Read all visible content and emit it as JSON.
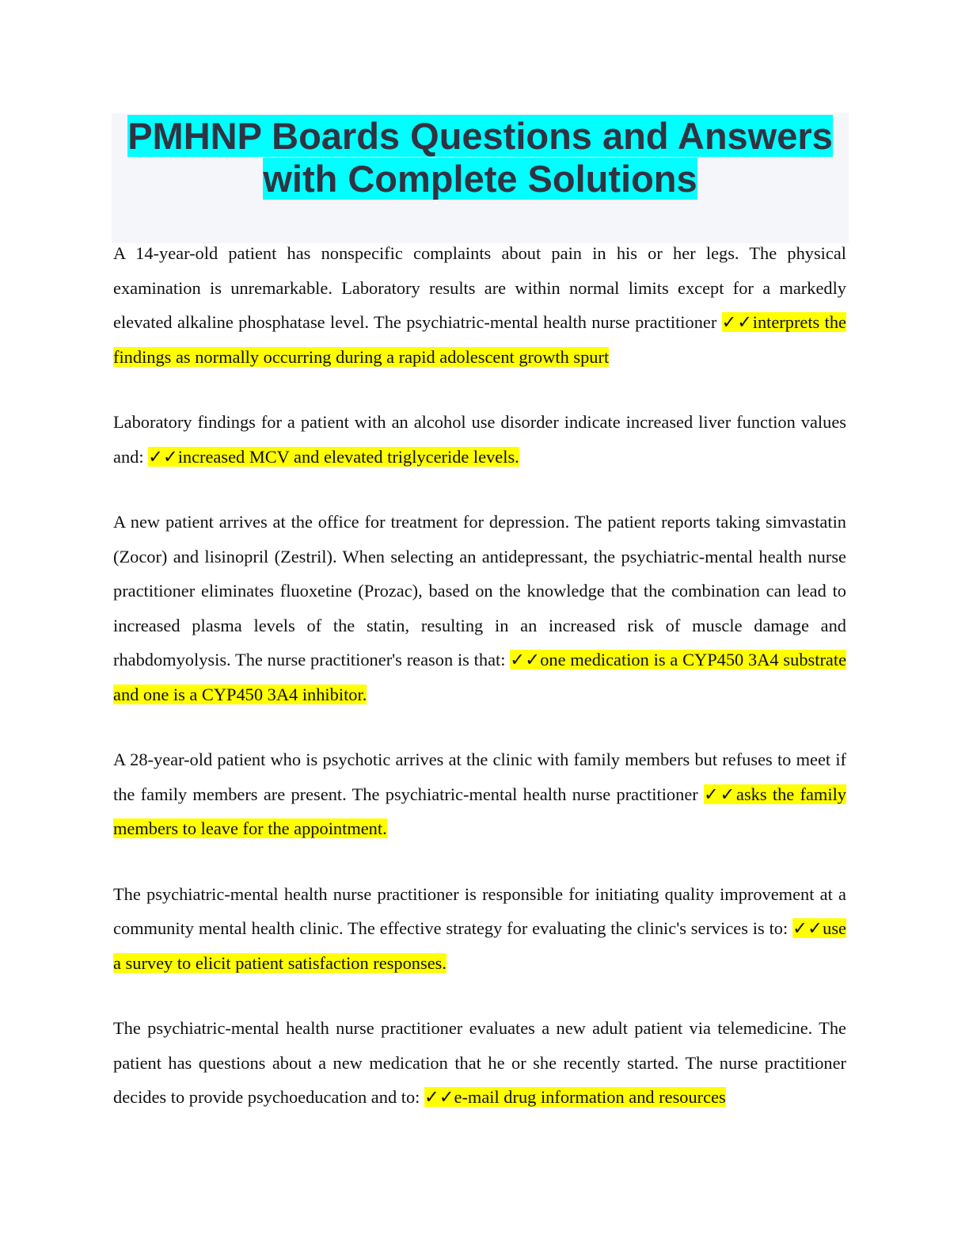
{
  "title": "PMHNP Boards Questions and Answers with Complete Solutions",
  "mark": "✓✓",
  "questions": [
    {
      "question": "A 14-year-old patient has nonspecific complaints about pain in his or her legs. The physical examination is unremarkable. Laboratory results are within normal limits except for a markedly elevated alkaline phosphatase level. The psychiatric-mental health nurse practitioner ",
      "answer": "interprets the findings as normally occurring during a rapid adolescent growth spurt"
    },
    {
      "question": "Laboratory findings for a patient with an alcohol use disorder indicate increased liver function values and: ",
      "answer": "increased MCV and elevated triglyceride levels."
    },
    {
      "question": "A new patient arrives at the office for treatment for depression. The patient reports taking simvastatin (Zocor) and lisinopril (Zestril). When selecting an antidepressant, the psychiatric-mental health nurse practitioner eliminates fluoxetine (Prozac), based on the knowledge that the combination can lead to increased plasma levels of the statin, resulting in an increased risk of muscle damage and rhabdomyolysis. The nurse practitioner's reason is that: ",
      "answer": "one medication is a CYP450 3A4 substrate and one is a CYP450 3A4 inhibitor."
    },
    {
      "question": "A 28-year-old patient who is psychotic arrives at the clinic with family members but refuses to meet if the family members are present. The psychiatric-mental health nurse practitioner ",
      "answer": "asks the family members to leave for the appointment."
    },
    {
      "question": "The psychiatric-mental health nurse practitioner is responsible for initiating quality improvement at a community mental health clinic. The effective strategy for evaluating the clinic's services is to: ",
      "answer": "use a survey to elicit patient satisfaction responses."
    },
    {
      "question": "The psychiatric-mental health nurse practitioner evaluates a new adult patient via telemedicine. The patient has questions about a new medication that he or she recently started. The nurse practitioner decides to provide psychoeducation and to: ",
      "answer": "e-mail drug information and resources"
    }
  ]
}
